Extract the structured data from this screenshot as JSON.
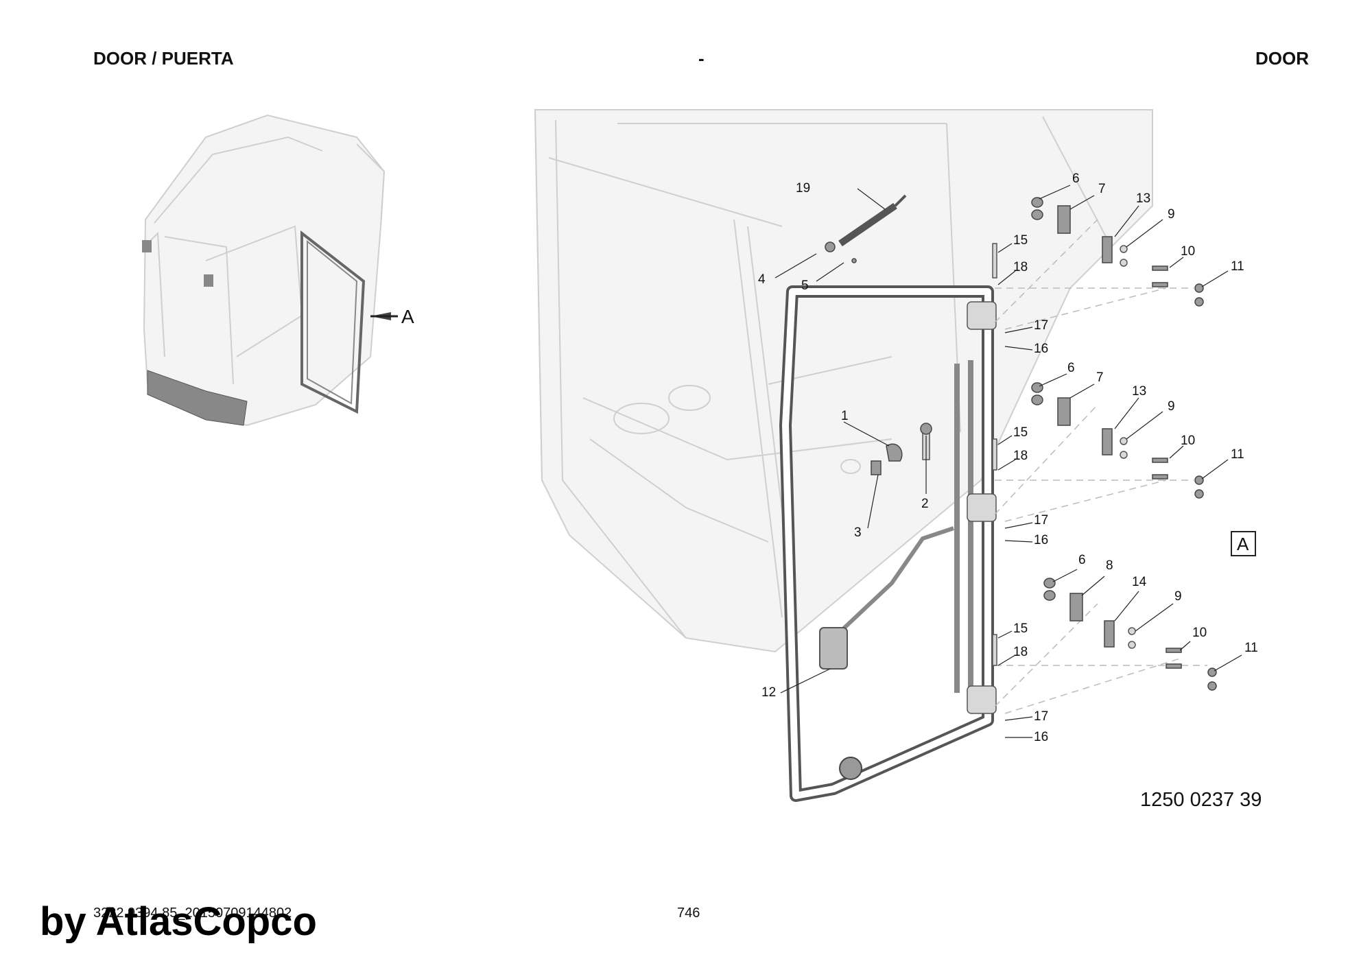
{
  "header": {
    "left": "DOOR / PUERTA",
    "center": "-",
    "right": "DOOR"
  },
  "overview": {
    "view_label": "A"
  },
  "detail": {
    "view_box_label": "A",
    "callouts": [
      "1",
      "2",
      "3",
      "4",
      "5",
      "6",
      "7",
      "13",
      "9",
      "10",
      "11",
      "15",
      "18",
      "17",
      "16",
      "19",
      "6",
      "7",
      "13",
      "9",
      "10",
      "11",
      "15",
      "18",
      "17",
      "16",
      "6",
      "8",
      "14",
      "9",
      "10",
      "11",
      "15",
      "18",
      "17",
      "16",
      "12"
    ]
  },
  "footer": {
    "drawing_number": "1250 0237 39",
    "doc_code": "3222 9394 85_20150709144802",
    "page_number": "746",
    "watermark": "by AtlasCopco"
  }
}
